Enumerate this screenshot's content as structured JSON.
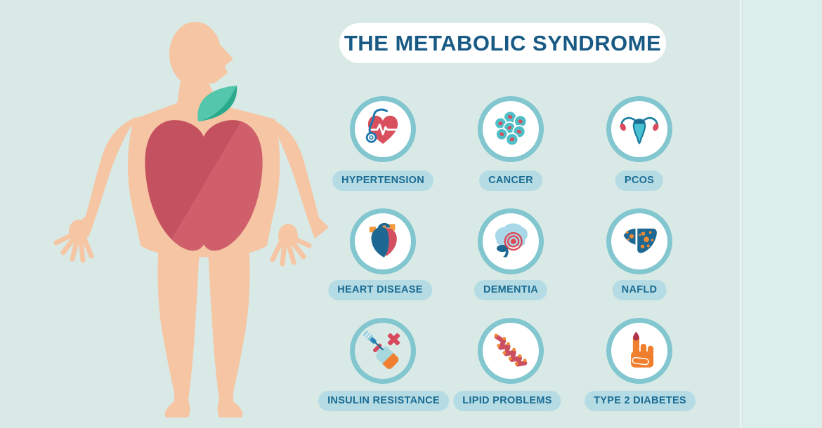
{
  "background": {
    "color": "#d8e9e6",
    "right_strip_color": "#dceeec"
  },
  "title": {
    "text": "THE METABOLIC SYNDROME",
    "text_color": "#195a84",
    "pill_color": "#ffffff"
  },
  "illustration": {
    "name": "overweight-person-with-apple-torso",
    "skin_color": "#f6c5a3",
    "apple_color": "#c4515f",
    "apple_highlight_color": "#d05f6c",
    "leaf_color": "#53c6ab",
    "leaf_shadow_color": "#2aa98c"
  },
  "grid": {
    "ring_color": "#82c6cf",
    "label_pill_color": "#b5dce4",
    "label_text_color": "#1a6b93",
    "items": [
      {
        "label": "HYPERTENSION",
        "icon": "heart-ecg-stethoscope-icon"
      },
      {
        "label": "CANCER",
        "icon": "cancer-cells-icon"
      },
      {
        "label": "PCOS",
        "icon": "uterus-ovaries-icon"
      },
      {
        "label": "HEART DISEASE",
        "icon": "anatomical-heart-icon"
      },
      {
        "label": "DEMENTIA",
        "icon": "brain-target-icon"
      },
      {
        "label": "NAFLD",
        "icon": "fatty-liver-icon"
      },
      {
        "label": "INSULIN RESISTANCE",
        "icon": "syringe-vial-cross-icon"
      },
      {
        "label": "LIPID PROBLEMS",
        "icon": "lipid-chain-icon"
      },
      {
        "label": "TYPE 2 DIABETES",
        "icon": "finger-blood-drop-icon"
      }
    ]
  }
}
